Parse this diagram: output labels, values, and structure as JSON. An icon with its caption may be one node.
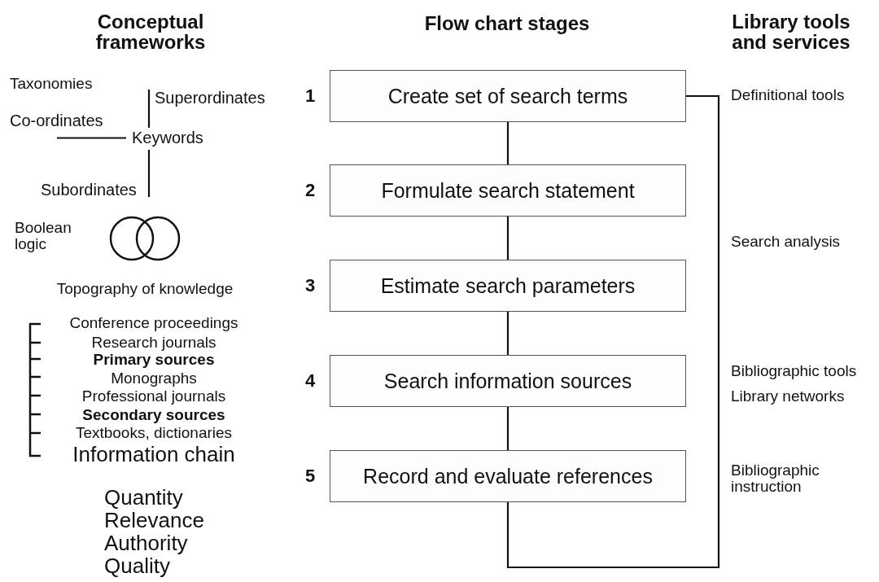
{
  "diagram": {
    "nodes": [
      {
        "text": [
          "Create set of search terms"
        ],
        "beside": [
          "1"
        ]
      },
      {
        "text": [
          "Formulate search statement"
        ],
        "beside": [
          "2"
        ]
      },
      {
        "text": [
          "Estimate search parameters"
        ],
        "beside": [
          "3"
        ]
      },
      {
        "text": [
          "Search information sources"
        ],
        "beside": [
          "4"
        ]
      },
      {
        "text": [
          "Record and evaluate references"
        ],
        "beside": [
          "5"
        ]
      },
      {
        "text": [
          "Keywords"
        ]
      },
      {
        "text": [
          "Superordinates"
        ]
      },
      {
        "text": [
          "Co-ordinates"
        ]
      },
      {
        "text": [
          "Subordinates"
        ]
      }
    ],
    "edges": [
      {
        "from": 0,
        "to": 1,
        "arrow": "none"
      },
      {
        "from": 1,
        "to": 2,
        "arrow": "none"
      },
      {
        "from": 2,
        "to": 3,
        "arrow": "none"
      },
      {
        "from": 3,
        "to": 4,
        "arrow": "none"
      },
      {
        "from": 4,
        "to": 0,
        "arrow": "none"
      },
      {
        "from": 5,
        "to": 6,
        "arrow": "none"
      },
      {
        "from": 5,
        "to": 7,
        "arrow": "none"
      },
      {
        "from": 5,
        "to": 8,
        "arrow": "none"
      }
    ],
    "labels": [
      "Conceptual frameworks",
      "Flow chart stages",
      "Library tools and services",
      "Taxonomies",
      "Definitional tools",
      "Boolean logic",
      "Search analysis",
      "Topography of knowledge",
      "Conference proceedings",
      "Research journals",
      "Primary sources",
      "Monographs",
      "Professional journals",
      "Bibliographic tools",
      "Secondary sources",
      "Library networks",
      "Textbooks, dictionaries",
      "Information chain",
      "Bibliographic instruction",
      "Quantity",
      "Relevance",
      "Authority",
      "Quality"
    ]
  }
}
